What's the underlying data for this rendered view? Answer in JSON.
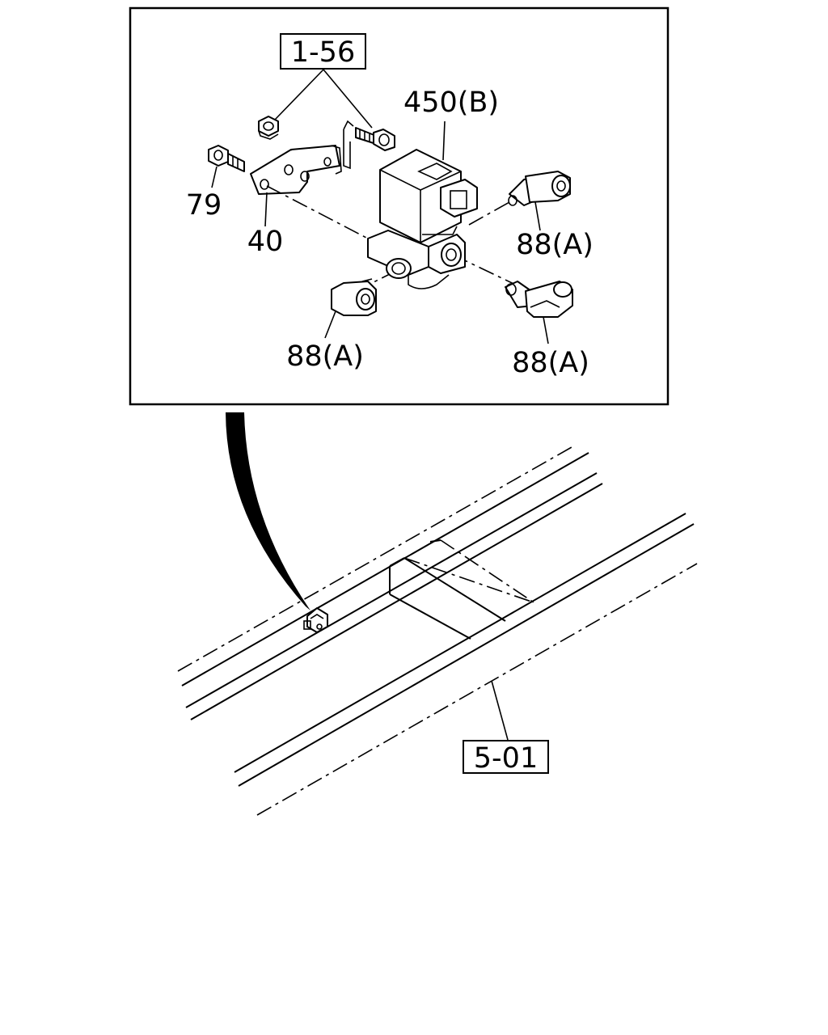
{
  "labels": {
    "ref_top": "1-56",
    "part_450": "450(B)",
    "part_79": "79",
    "part_40": "40",
    "part_88_right_upper": "88(A)",
    "part_88_left_lower": "88(A)",
    "part_88_right_lower": "88(A)",
    "ref_bottom": "5-01"
  }
}
